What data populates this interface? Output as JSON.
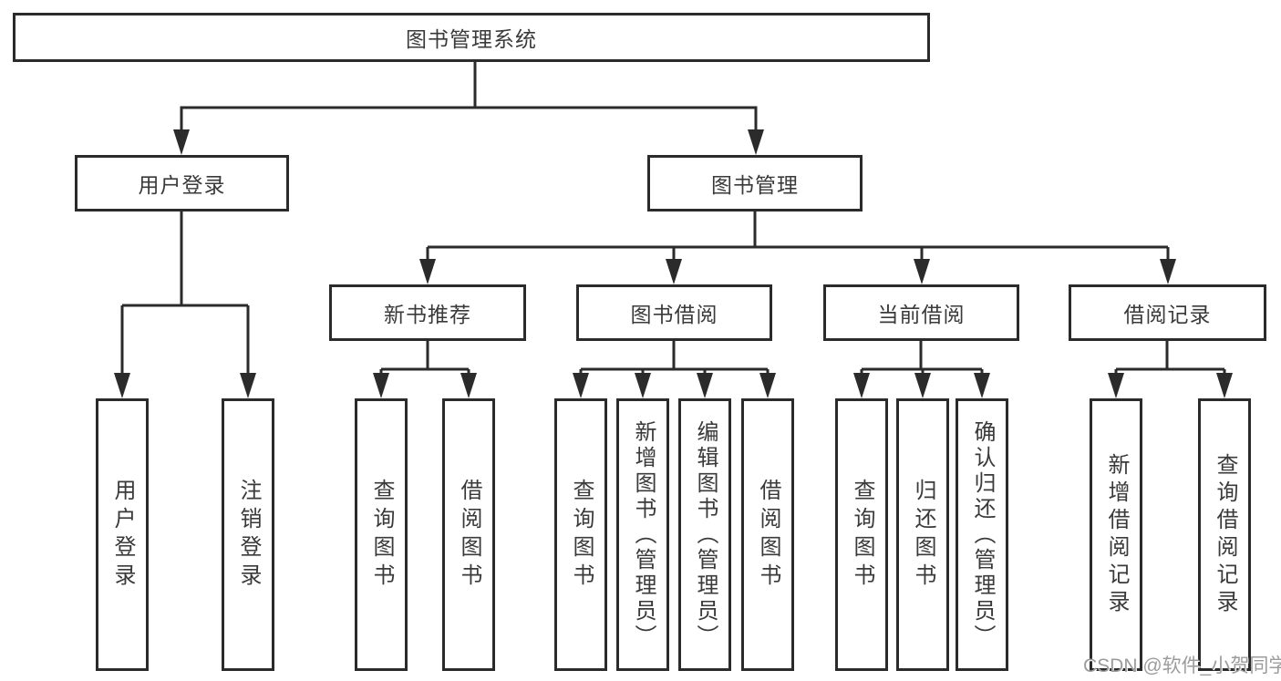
{
  "diagram_title": "图书管理系统",
  "nodes": {
    "root": "图书管理系统",
    "userLogin": "用户登录",
    "bookMgmt": "图书管理",
    "login": "用户登录",
    "logout": "注销登录",
    "newBookRec": "新书推荐",
    "bookBorrow": "图书借阅",
    "currentBorrow": "当前借阅",
    "borrowRecord": "借阅记录",
    "nbrQuery": "查询图书",
    "nbrBorrow": "借阅图书",
    "bbQuery": "查询图书",
    "bbAdd": "新增图书（管理员）",
    "bbEdit": "编辑图书（管理员）",
    "bbBorrow": "借阅图书",
    "cbQuery": "查询图书",
    "cbReturn": "归还图书",
    "cbConfirm": "确认归还（管理员）",
    "brAdd": "新增借阅记录",
    "brQuery": "查询借阅记录"
  },
  "hierarchy": {
    "图书管理系统": {
      "用户登录": [
        "用户登录",
        "注销登录"
      ],
      "图书管理": {
        "新书推荐": [
          "查询图书",
          "借阅图书"
        ],
        "图书借阅": [
          "查询图书",
          "新增图书（管理员）",
          "编辑图书（管理员）",
          "借阅图书"
        ],
        "当前借阅": [
          "查询图书",
          "归还图书",
          "确认归还（管理员）"
        ],
        "借阅记录": [
          "新增借阅记录",
          "查询借阅记录"
        ]
      }
    }
  },
  "watermark": "CSDN @软件_小贺同学",
  "colors": {
    "line": "#2b2b2b",
    "text": "#3a3a3a",
    "watermark": "#9c9c9c",
    "background": "#ffffff"
  }
}
